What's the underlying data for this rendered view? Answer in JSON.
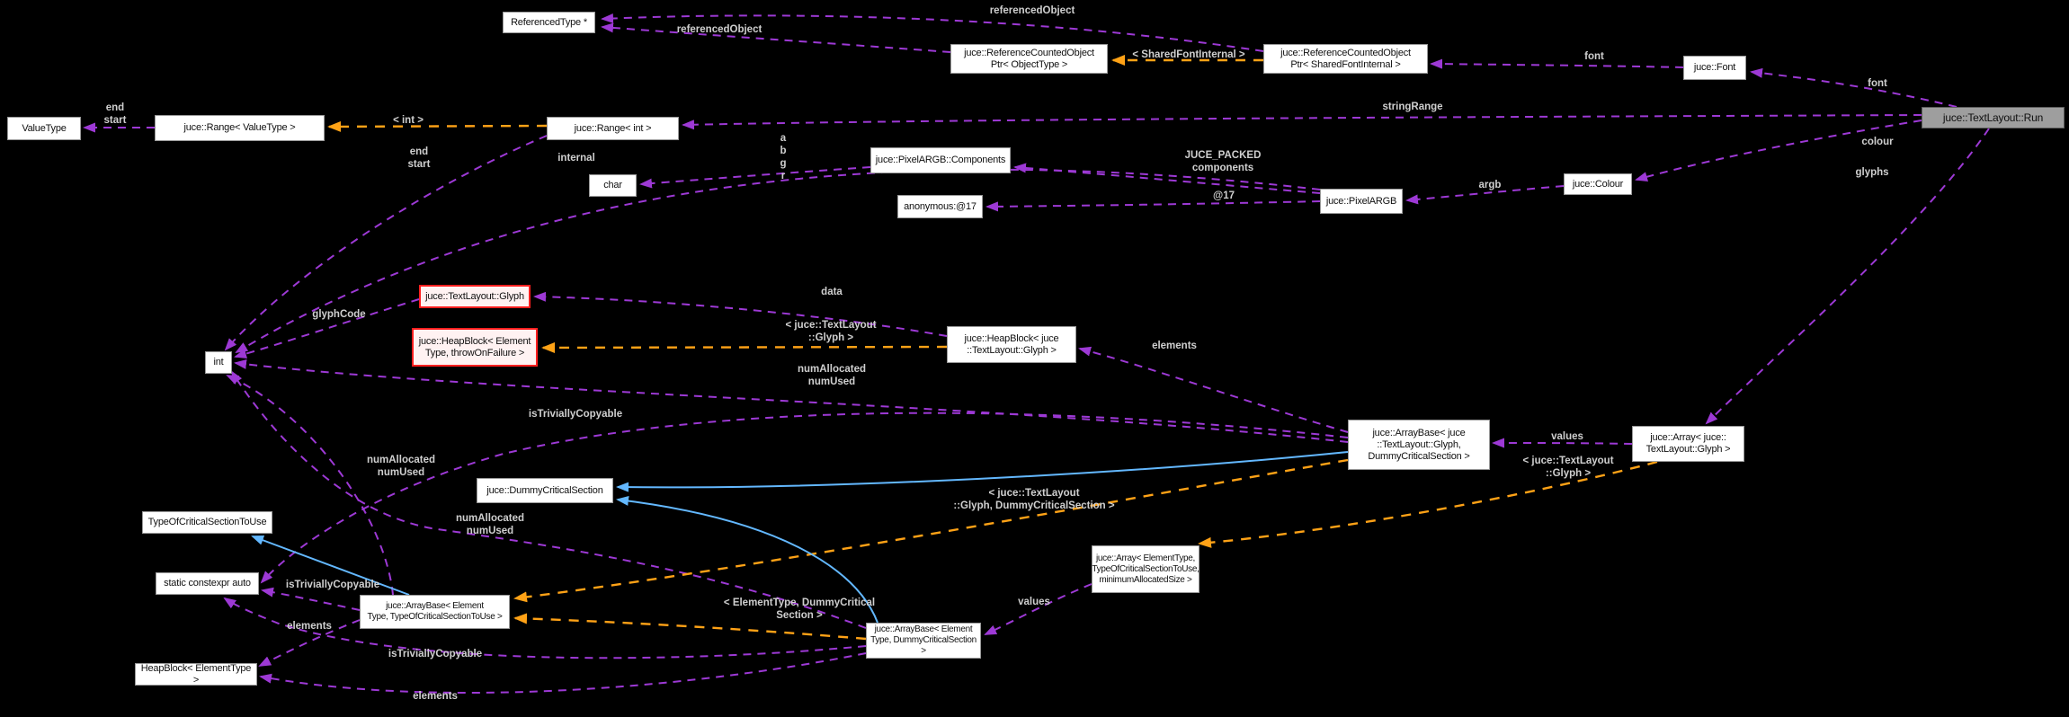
{
  "diagram": {
    "colors": {
      "background": "#000000",
      "member_edge_purple": "#9d39d5",
      "template_edge_orange": "#ffa216",
      "inheritance_edge_blue": "#63b8ff",
      "node_fill": "#ffffff",
      "node_border": "#999999",
      "highlight_node_fill": "#9e9e9e",
      "truncated_node_border": "#ff1f1f",
      "edge_label_color": "#cfcfcf"
    },
    "nodes": [
      {
        "label": "ReferencedType *"
      },
      {
        "label": "juce::ReferenceCountedObject\nPtr< ObjectType >"
      },
      {
        "label": "juce::ReferenceCountedObject\nPtr< SharedFontInternal >"
      },
      {
        "label": "juce::Font"
      },
      {
        "label": "juce::TextLayout::Run"
      },
      {
        "label": "ValueType"
      },
      {
        "label": "juce::Range< ValueType >"
      },
      {
        "label": "juce::Range< int >"
      },
      {
        "label": "char"
      },
      {
        "label": "juce::PixelARGB::Components"
      },
      {
        "label": "anonymous:@17"
      },
      {
        "label": "juce::PixelARGB"
      },
      {
        "label": "juce::Colour"
      },
      {
        "label": "int"
      },
      {
        "label": "juce::TextLayout::Glyph"
      },
      {
        "label": "juce::HeapBlock< Element\nType, throwOnFailure >"
      },
      {
        "label": "juce::HeapBlock< juce\n::TextLayout::Glyph >"
      },
      {
        "label": "juce::ArrayBase< juce\n::TextLayout::Glyph,\nDummyCriticalSection >"
      },
      {
        "label": "juce::Array< juce::\nTextLayout::Glyph >"
      },
      {
        "label": "juce::DummyCriticalSection"
      },
      {
        "label": "TypeOfCriticalSectionToUse"
      },
      {
        "label": "static constexpr auto"
      },
      {
        "label": "juce::ArrayBase< Element\nType, TypeOfCriticalSectionToUse >"
      },
      {
        "label": "juce::ArrayBase< Element\nType, DummyCriticalSection >"
      },
      {
        "label": "juce::Array< ElementType,\nTypeOfCriticalSectionToUse,\nminimumAllocatedSize >"
      },
      {
        "label": "HeapBlock< ElementType >"
      }
    ],
    "edge_labels": [
      {
        "text": "referencedObject"
      },
      {
        "text": "referencedObject"
      },
      {
        "text": "< SharedFontInternal >"
      },
      {
        "text": "font"
      },
      {
        "text": "font"
      },
      {
        "text": "stringRange"
      },
      {
        "text": "< int >"
      },
      {
        "text": "end\nstart"
      },
      {
        "text": "end\nstart"
      },
      {
        "text": "a\nb\ng\nr"
      },
      {
        "text": "JUCE_PACKED\ncomponents"
      },
      {
        "text": "@17"
      },
      {
        "text": "argb"
      },
      {
        "text": "colour"
      },
      {
        "text": "glyphs"
      },
      {
        "text": "internal"
      },
      {
        "text": "glyphCode"
      },
      {
        "text": "data"
      },
      {
        "text": "< juce::TextLayout\n::Glyph >"
      },
      {
        "text": "elements"
      },
      {
        "text": "numAllocated\nnumUsed"
      },
      {
        "text": "isTriviallyCopyable"
      },
      {
        "text": "values"
      },
      {
        "text": "< juce::TextLayout\n::Glyph >"
      },
      {
        "text": "< juce::TextLayout\n::Glyph, DummyCriticalSection >"
      },
      {
        "text": "numAllocated\nnumUsed"
      },
      {
        "text": "numAllocated\nnumUsed"
      },
      {
        "text": "isTriviallyCopyable"
      },
      {
        "text": "elements"
      },
      {
        "text": "isTriviallyCopyable"
      },
      {
        "text": "elements"
      },
      {
        "text": "< ElementType, DummyCritical\nSection >"
      },
      {
        "text": "values"
      }
    ]
  }
}
